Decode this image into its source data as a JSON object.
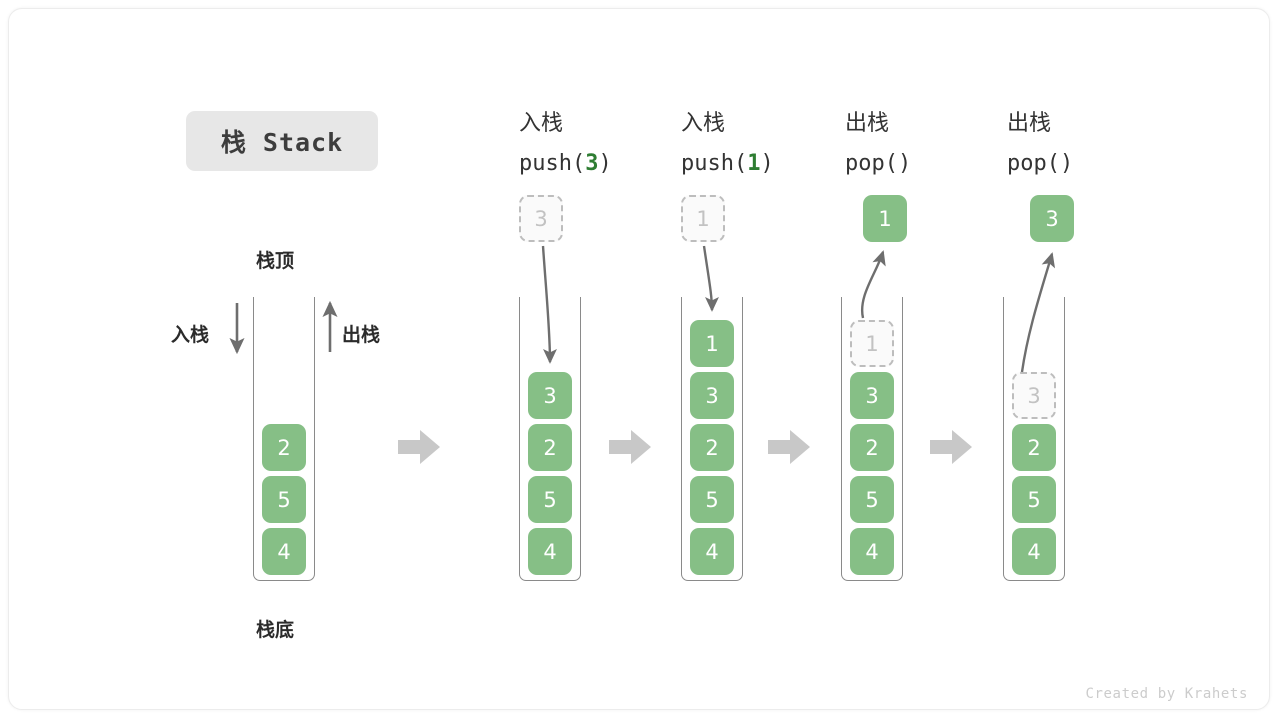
{
  "diagram": {
    "title": "栈 Stack",
    "credit": "Created by Krahets",
    "accent_green": "#86bf86",
    "ghost_gray": "#c2c2c2",
    "arrow_gray": "#6e6e6e",
    "block_arrow_gray": "#c8c8c8"
  },
  "legend": {
    "top_label": "栈顶",
    "bottom_label": "栈底",
    "push_label": "入栈",
    "pop_label": "出栈"
  },
  "columns": [
    {
      "id": "initial",
      "caption_cn": "",
      "caption_code_pre": "",
      "caption_code_arg": "",
      "caption_code_post": "",
      "stack": [
        "2",
        "5",
        "4"
      ],
      "ghost_above": null,
      "ghost_in_stack": null,
      "popped": null
    },
    {
      "id": "push-3",
      "caption_cn": "入栈",
      "caption_code_pre": "push(",
      "caption_code_arg": "3",
      "caption_code_post": ")",
      "stack": [
        "3",
        "2",
        "5",
        "4"
      ],
      "ghost_above": "3",
      "ghost_in_stack": null,
      "popped": null
    },
    {
      "id": "push-1",
      "caption_cn": "入栈",
      "caption_code_pre": "push(",
      "caption_code_arg": "1",
      "caption_code_post": ")",
      "stack": [
        "1",
        "3",
        "2",
        "5",
        "4"
      ],
      "ghost_above": "1",
      "ghost_in_stack": null,
      "popped": null
    },
    {
      "id": "pop-1",
      "caption_cn": "出栈",
      "caption_code_pre": "pop(",
      "caption_code_arg": "",
      "caption_code_post": ")",
      "stack": [
        "3",
        "2",
        "5",
        "4"
      ],
      "ghost_above": null,
      "ghost_in_stack": "1",
      "popped": "1"
    },
    {
      "id": "pop-3",
      "caption_cn": "出栈",
      "caption_code_pre": "pop(",
      "caption_code_arg": "",
      "caption_code_post": ")",
      "stack": [
        "2",
        "5",
        "4"
      ],
      "ghost_above": null,
      "ghost_in_stack": "3",
      "popped": "3"
    }
  ]
}
